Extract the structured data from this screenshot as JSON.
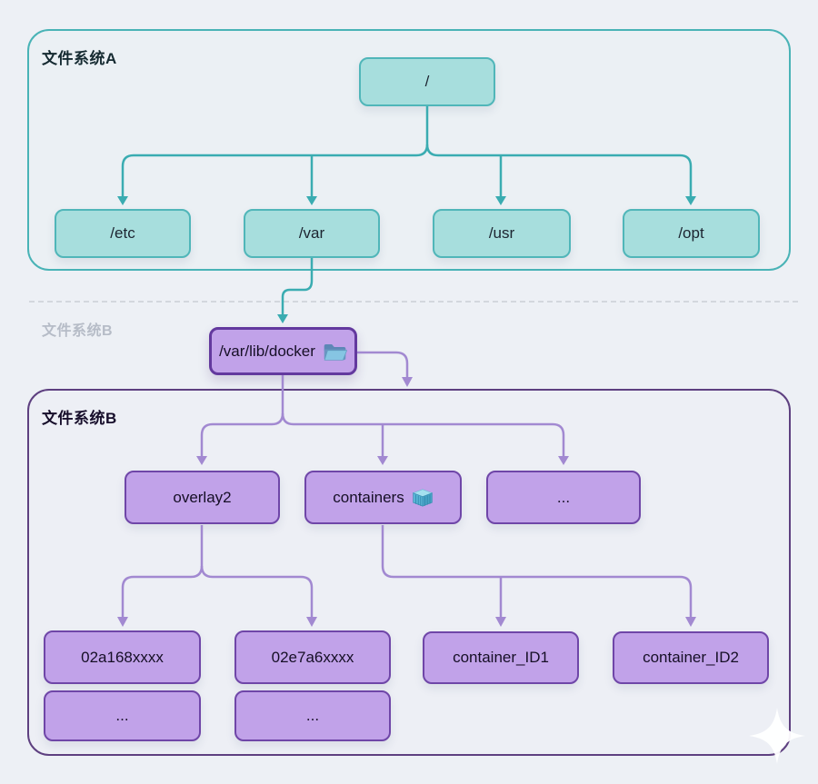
{
  "colors": {
    "page_bg": "#edf0f5",
    "teal_fill": "#a7dedd",
    "teal_border": "#50b6b9",
    "teal_line": "#3aacb1",
    "section_a_border": "#49b3b6",
    "purple_fill": "#c1a2e9",
    "purple_border": "#6f46a8",
    "docker_border": "#63399e",
    "purple_line": "#a289d1",
    "section_b_border": "#5e4080",
    "divider_color": "#d3d7dd",
    "divider_label_color": "#b6bcc7",
    "text_dark": "#1c2430"
  },
  "section_a": {
    "label": "文件系统A",
    "root": "/",
    "children": [
      "/etc",
      "/var",
      "/usr",
      "/opt"
    ]
  },
  "divider": {
    "label": "文件系统B"
  },
  "docker": {
    "label": "/var/lib/docker",
    "icon": "open-folder"
  },
  "section_b": {
    "label": "文件系统B",
    "level1": [
      "overlay2",
      "containers",
      "..."
    ],
    "containers_icon": "shipping-container",
    "overlay_children": [
      "02a168xxxx",
      "02e7a6xxxx"
    ],
    "overlay_more": [
      "...",
      "..."
    ],
    "container_children": [
      "container_ID1",
      "container_ID2"
    ]
  }
}
